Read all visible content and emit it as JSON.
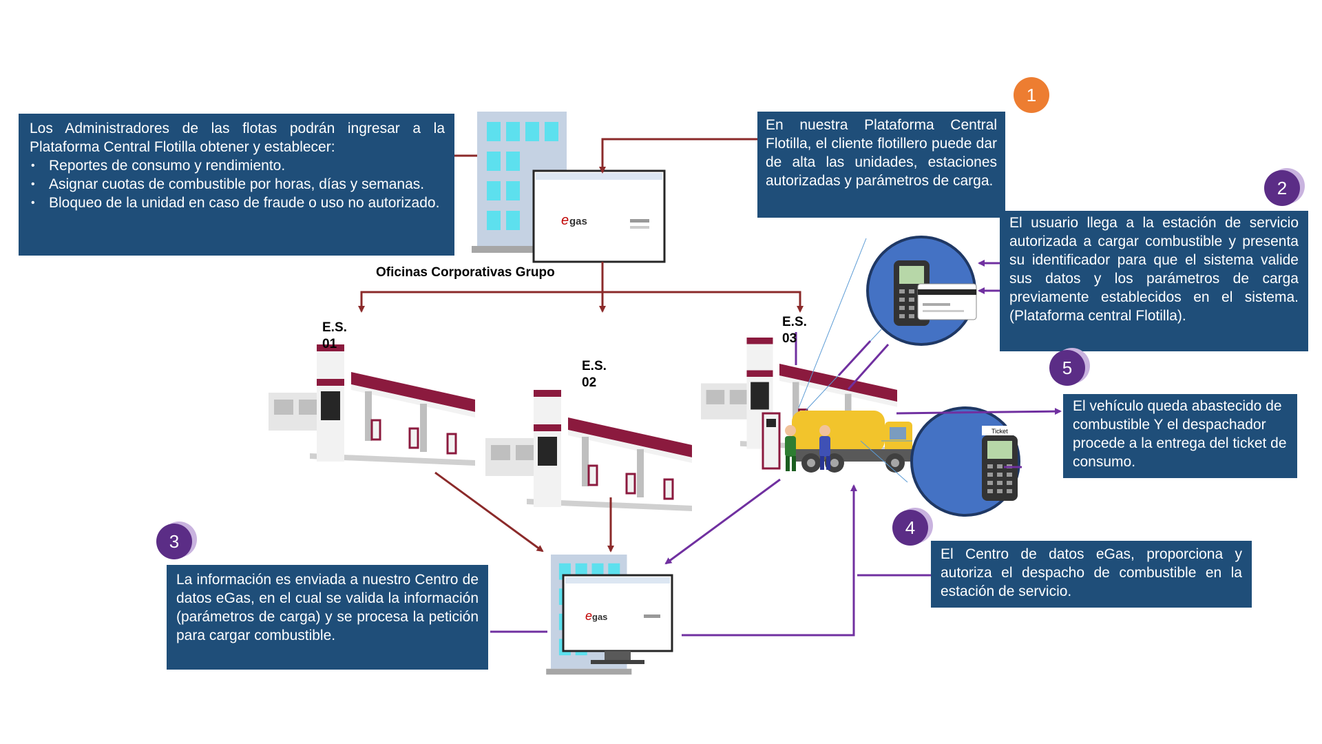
{
  "admin_box": {
    "intro": "Los Administradores de las flotas podrán ingresar a la Plataforma Central Flotilla obtener y establecer:",
    "items": [
      "Reportes de consumo y rendimiento.",
      "Asignar cuotas de combustible por horas, días y semanas.",
      "Bloqueo de la unidad en caso de fraude o uso no autorizado."
    ]
  },
  "corporate_label": "Oficinas Corporativas Grupo",
  "stations": [
    {
      "label": "E.S. 01"
    },
    {
      "label": "E.S. 02"
    },
    {
      "label": "E.S. 03"
    }
  ],
  "steps": [
    {
      "number": "1",
      "text": "En nuestra Plataforma Central Flotilla, el cliente flotillero puede dar de alta las unidades, estaciones autorizadas y parámetros de carga."
    },
    {
      "number": "2",
      "text": "El usuario llega a la estación de servicio autorizada a cargar combustible y presenta su identificador para que el sistema valide sus datos y los parámetros de carga previamente establecidos en el sistema. (Plataforma central Flotilla)."
    },
    {
      "number": "3",
      "text": "La información es enviada a nuestro Centro de datos eGas, en el cual se valida la información (parámetros de carga) y se procesa la petición para cargar combustible."
    },
    {
      "number": "4",
      "text": "El Centro de datos eGas, proporciona y autoriza el despacho de combustible en la estación de servicio."
    },
    {
      "number": "5",
      "text": "El vehículo queda abastecido de combustible Y el despachador procede a la entrega del ticket de consumo."
    }
  ],
  "logo_text": "gas",
  "ticket_label": "Ticket",
  "colors": {
    "box_bg": "#1f4e79",
    "arrow_red": "#8b2a2a",
    "arrow_purple": "#7030a0",
    "badge_orange": "#ed7d31",
    "badge_purple": "#5b2d86",
    "station_roof": "#8b1a3e"
  }
}
